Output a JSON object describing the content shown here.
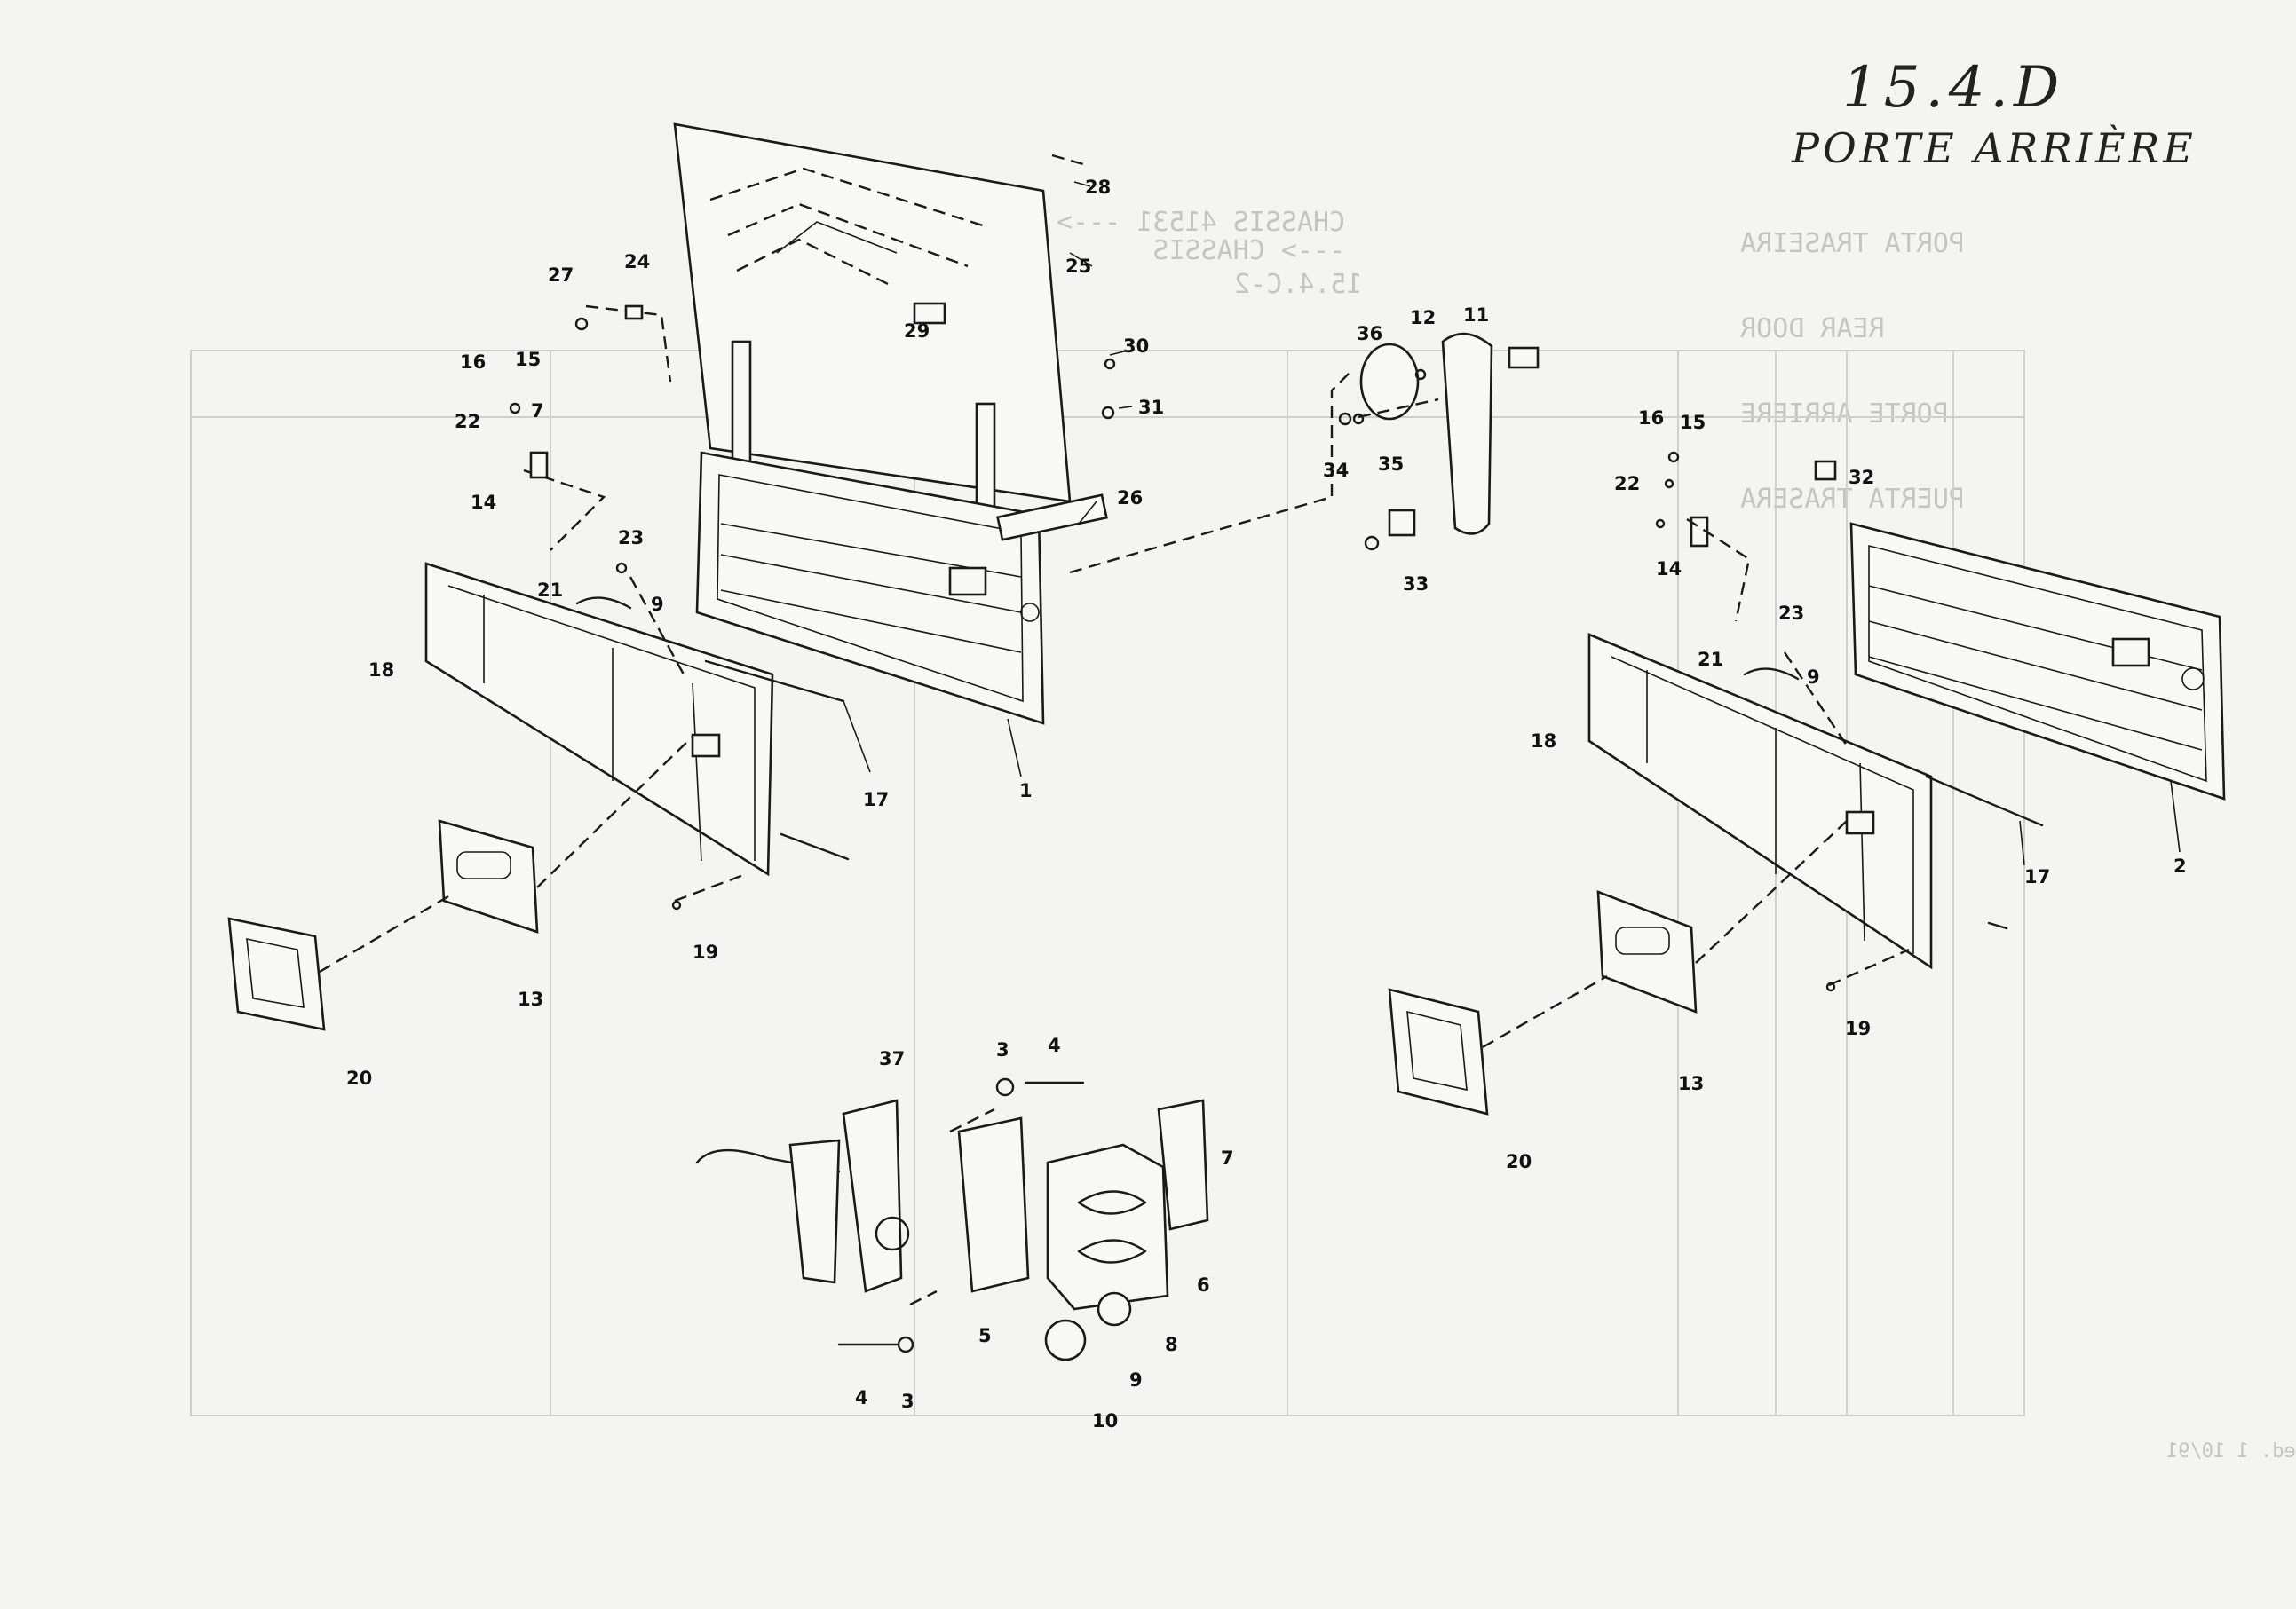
{
  "header": {
    "page_ref": "15.4.D",
    "title": "PORTE ARRIÈRE"
  },
  "ghost_text": {
    "titles": [
      "PORTA TRASEIRA",
      "REAR DOOR",
      "PORTE ARRIERE",
      "PUERTA TRASERA"
    ],
    "chassis": "CHASSIS 41531 --->\n---> CHASSIS",
    "ref": "15.4.C-2",
    "footer": "ed. 1 10/91"
  },
  "callouts": {
    "c1": "1",
    "c2": "2",
    "c3a": "3",
    "c3b": "3",
    "c4a": "4",
    "c4b": "4",
    "c5": "5",
    "c6": "6",
    "c7": "7",
    "c8": "8",
    "c9a": "9",
    "c9b": "9",
    "c9c": "9",
    "c10": "10",
    "c11": "11",
    "c12": "12",
    "c13a": "13",
    "c13b": "13",
    "c14a": "14",
    "c14b": "14",
    "c15a": "15",
    "c15b": "15",
    "c16a": "16",
    "c16b": "16",
    "c17a": "17",
    "c17b": "17",
    "c18a": "18",
    "c18b": "18",
    "c19a": "19",
    "c19b": "19",
    "c20a": "20",
    "c20b": "20",
    "c21a": "21",
    "c21b": "21",
    "c22a": "22",
    "c22b": "22",
    "c23a": "23",
    "c23b": "23",
    "c24": "24",
    "c25": "25",
    "c26": "26",
    "c27": "27",
    "c28": "28",
    "c29": "29",
    "c30": "30",
    "c31": "31",
    "c32": "32",
    "c33": "33",
    "c34": "34",
    "c35": "35",
    "c36": "36",
    "c37": "37"
  }
}
